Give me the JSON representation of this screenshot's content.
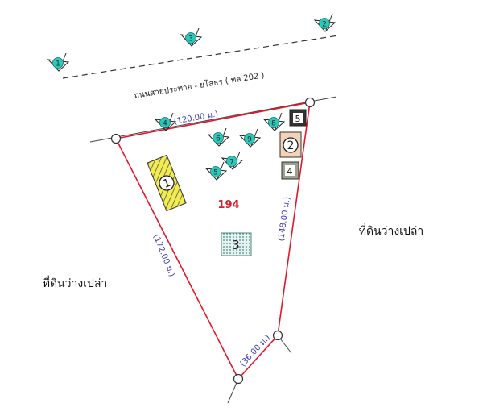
{
  "road": {
    "name": "ถนนสายประทาย - ยโสธร ( ทล 202 )"
  },
  "plot": {
    "number": "194"
  },
  "sides": [
    {
      "id": "top",
      "label": "(120.00 ม.)"
    },
    {
      "id": "right",
      "label": "(148.00 ม.)"
    },
    {
      "id": "left",
      "label": "(172.00 ม.)"
    },
    {
      "id": "bottom",
      "label": "(36.00 ม.)"
    }
  ],
  "neighbors": {
    "east": "ที่ดินว่างเปล่า",
    "west": "ที่ดินว่างเปล่า"
  },
  "markers": [
    "1",
    "2",
    "3",
    "4",
    "5",
    "6",
    "7",
    "8",
    "9"
  ],
  "buildings": [
    "1",
    "2",
    "3",
    "4",
    "5"
  ],
  "colors": {
    "boundary": "#e3162b",
    "measure_text": "#3a3ab8",
    "marker_fill": "#2ec8b8",
    "plot_number": "#d4202c"
  }
}
